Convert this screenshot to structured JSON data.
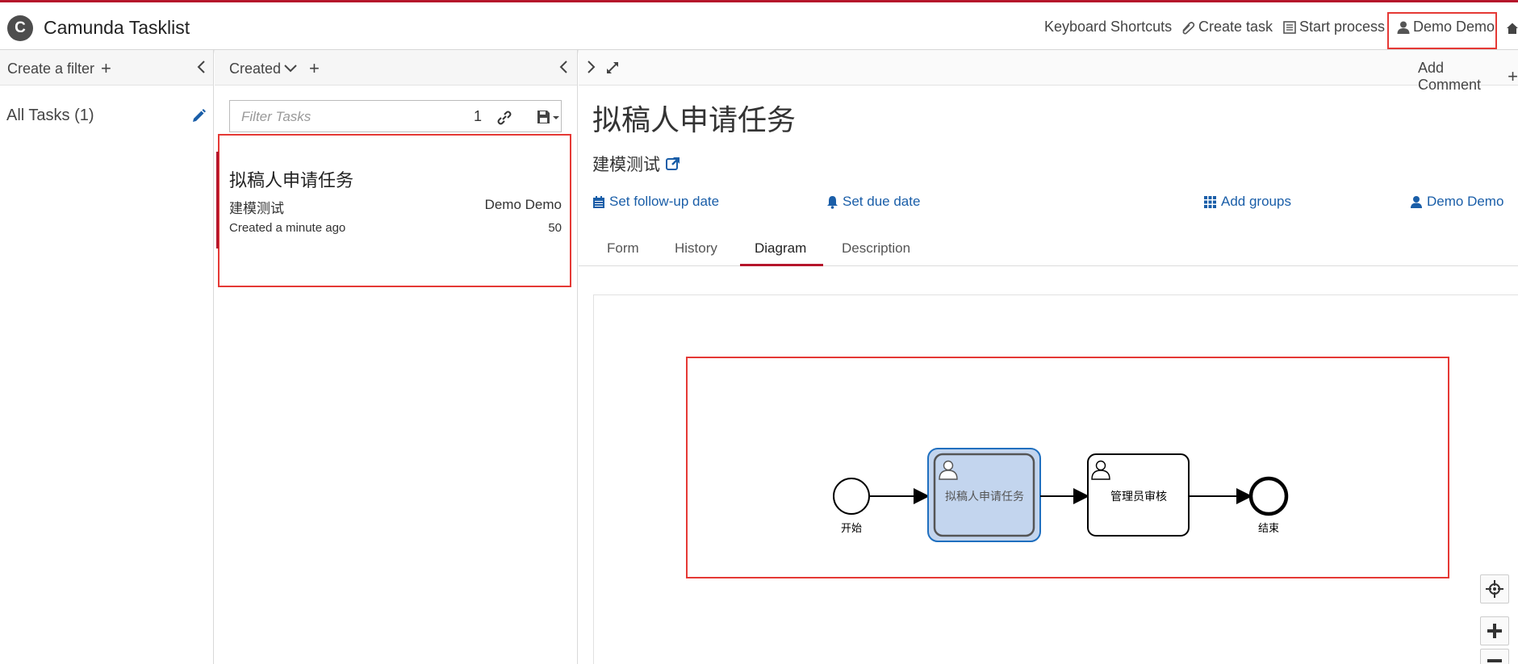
{
  "app": {
    "title": "Camunda Tasklist",
    "logo_letter": "C"
  },
  "header_nav": {
    "keyboard_shortcuts": "Keyboard Shortcuts",
    "create_task": "Create task",
    "start_process": "Start process",
    "user": "Demo Demo"
  },
  "filters": {
    "create_label": "Create a filter",
    "items": [
      {
        "label": "All Tasks (1)"
      }
    ]
  },
  "task_list": {
    "sort_label": "Created",
    "filter_placeholder": "Filter Tasks",
    "filter_count": "1",
    "tasks": [
      {
        "name": "拟稿人申请任务",
        "process": "建模测试",
        "assignee": "Demo Demo",
        "created": "Created a minute ago",
        "priority": "50"
      }
    ]
  },
  "detail": {
    "add_comment": "Add Comment",
    "task_name": "拟稿人申请任务",
    "process_name": "建模测试",
    "actions": {
      "follow_up": "Set follow-up date",
      "due_date": "Set due date",
      "groups": "Add groups",
      "assignee": "Demo Demo"
    },
    "tabs": [
      {
        "label": "Form"
      },
      {
        "label": "History"
      },
      {
        "label": "Diagram",
        "active": true
      },
      {
        "label": "Description"
      }
    ]
  },
  "diagram": {
    "start_event": "开始",
    "task_1": "拟稿人申请任务",
    "task_2": "管理员审核",
    "end_event": "结束"
  },
  "colors": {
    "brand_red": "#b5152b",
    "link_blue": "#1a5ea8",
    "highlight_red": "#e53935",
    "active_task_fill": "#c3d5ee",
    "active_task_border": "#1f6fbf"
  }
}
